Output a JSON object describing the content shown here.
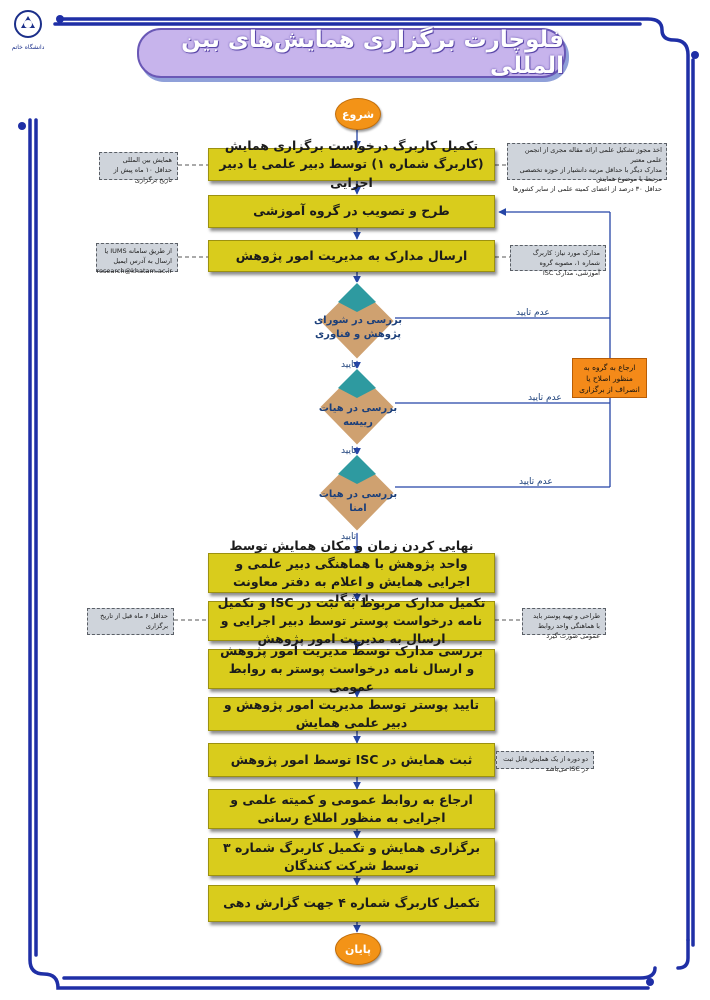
{
  "header": {
    "title": "فلوچارت برگزاری همایش‌های بین المللی",
    "logo_text": "دانشگاه خاتم"
  },
  "flow": {
    "start": "شروع",
    "end": "پایان",
    "steps": [
      "تکمیل کاربرگ درخواست برگزاری همایش (کاربرگ شماره ۱) توسط دبیر علمی یا دبیر اجرایی",
      "طرح و تصویب در گروه آموزشی",
      "ارسال مدارک به مدیریت امور پژوهش",
      "نهایی کردن زمان و مکان همایش توسط واحد پژوهش با هماهنگی دبیر علمی و اجرایی همایش و اعلام به دفتر معاونت دانشگاه",
      "تکمیل مدارک مربوط به ثبت در ISC و تکمیل نامه درخواست پوستر توسط دبیر اجرایی و ارسال به مدیریت امور پژوهش",
      "بررسی مدارک توسط مدیریت امور پژوهش و ارسال نامه درخواست پوستر به روابط عمومی",
      "تایید پوستر توسط مدیریت امور پژوهش و دبیر علمی همایش",
      "ثبت همایش در ISC توسط امور پژوهش",
      "ارجاع به روابط عمومی و کمیته علمی و اجرایی به منظور اطلاع رسانی",
      "برگزاری همایش و تکمیل کاربرگ شماره ۳ توسط شرکت کنندگان",
      "تکمیل کاربرگ شماره ۴ جهت گزارش دهی"
    ],
    "decisions": [
      "بررسی در شورای پژوهش و فناوری",
      "بررسی در هیات رییسه",
      "بررسی در هیات امنا"
    ],
    "approve_label": "تایید",
    "reject_label": "عدم تایید",
    "return_note": "ارجاع به گروه به منظور اصلاح یا انصراف از برگزاری"
  },
  "notes": {
    "left": [
      "همایش بین المللی حداقل ۱۰ ماه پیش از تاریخ برگزاری",
      "از طریق سامانه IUMS یا ارسال به آدرس ایمیل research@khatam.ac.ir",
      "حداقل ۶ ماه قبل از تاریخ برگزاری"
    ],
    "right": [
      "اخذ مجوز تشکیل علمی ارائه مقاله مجری از انجمن علمی معتبر",
      "مدارک دیگر با حداقل مرتبه دانشیار از حوزه تخصصی مرتبط با موضوع همایش",
      "حداقل ۳۰ درصد از اعضای کمیته علمی از سایر کشورها",
      "مدارک مورد نیاز: کاربرگ شماره ۱، مصوبه گروه آموزشی، مدارک ISC",
      "طراحی و تهیه پوستر باید با هماهنگی واحد روابط عمومی صورت گیرد",
      "دو دوره از یک همایش قابل ثبت در ISC می‌باشد"
    ]
  },
  "colors": {
    "step_fill": "#d9cc1c",
    "terminal_fill": "#f39317",
    "diamond_fill": "#cfa170",
    "diamond_top": "#2e9aa0",
    "frame": "#1f2fa6",
    "title_fill": "#c7b4ec",
    "return_note_fill": "#f48a19"
  }
}
